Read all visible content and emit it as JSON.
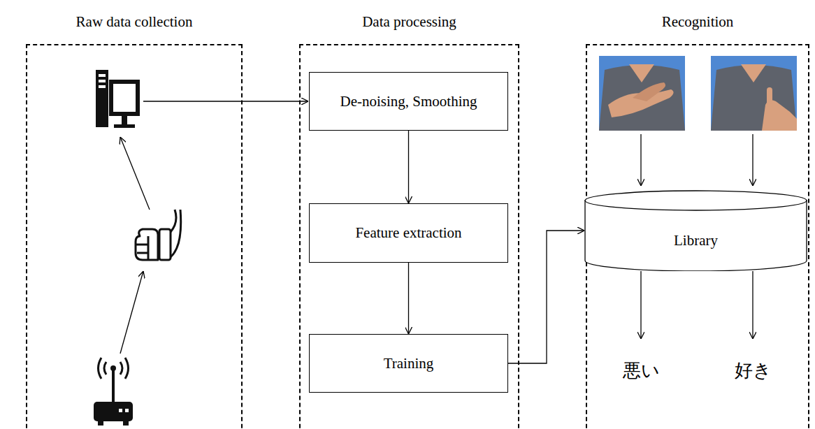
{
  "diagram": {
    "nodes": [
      {
        "text": [
          "Raw data collection"
        ]
      },
      {
        "text": [
          "Data processing"
        ]
      },
      {
        "text": [
          "De-noising, Smoothing"
        ],
        "in": 1
      },
      {
        "text": [
          "Feature extraction"
        ],
        "in": 1
      },
      {
        "text": [
          "Training"
        ],
        "in": 1
      },
      {
        "text": [
          "Recognition"
        ]
      },
      {
        "text": [
          "Library"
        ],
        "in": 5
      },
      {
        "text": [
          "悪い"
        ],
        "in": 5
      },
      {
        "text": [
          "好き"
        ],
        "in": 5
      }
    ],
    "edges": [
      {
        "from": 2,
        "to": 3,
        "arrow": "to"
      },
      {
        "from": 3,
        "to": 4,
        "arrow": "to"
      },
      {
        "from": 4,
        "to": 6,
        "arrow": "to"
      },
      {
        "from": 6,
        "to": 7,
        "arrow": "to"
      },
      {
        "from": 6,
        "to": 8,
        "arrow": "to"
      }
    ]
  }
}
